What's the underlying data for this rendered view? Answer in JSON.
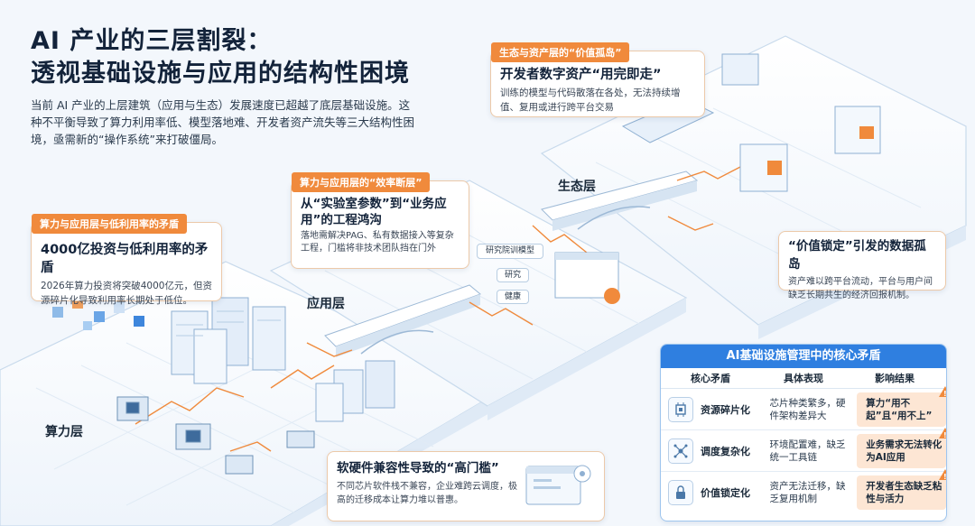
{
  "title": {
    "line1": "AI 产业的三层割裂：",
    "line2": "透视基础设施与应用的结构性困境"
  },
  "intro": "当前 AI 产业的上层建筑（应用与生态）发展速度已超越了底层基础设施。这种不平衡导致了算力利用率低、模型落地难、开发者资产流失等三大结构性困境，亟需新的“操作系统”来打破僵局。",
  "cards": {
    "compute": {
      "tag": "算力与应用层与低利用率的矛盾",
      "heading": "4000亿投资与低利用率的矛盾",
      "body": "2026年算力投资将突破4000亿元，但资源碎片化导致利用率长期处于低位。"
    },
    "efficiency": {
      "tag": "算力与应用层的“效率断层”",
      "heading": "从“实验室参数”到“业务应用”的工程鸿沟",
      "body": "落地需解决PAG、私有数据接入等复杂工程，门槛将非技术团队挡在门外"
    },
    "ecosystem": {
      "tag": "生态与资产层的“价值孤岛”",
      "heading": "开发者数字资产“用完即走”",
      "body": "训练的模型与代码散落在各处，无法持续增值、复用或进行跨平台交易"
    },
    "lock": {
      "heading": "“价值锁定”引发的数据孤岛",
      "body": "资产难以跨平台流动，平台与用户间缺乏长期共生的经济回报机制。"
    },
    "compat": {
      "heading": "软硬件兼容性导致的“高门槛”",
      "body": "不同芯片软件栈不兼容，企业难跨云调度，极高的迁移成本让算力堆以普惠。"
    }
  },
  "layers": {
    "compute": "算力层",
    "app": "应用层",
    "eco": "生态层"
  },
  "diagram_boxes": {
    "research": "研究院训模型",
    "study": "研究",
    "deploy": "健康"
  },
  "table": {
    "title": "AI基础设施管理中的核心矛盾",
    "headers": [
      "核心矛盾",
      "具体表现",
      "影响结果"
    ],
    "rows": [
      {
        "icon": "chip-icon",
        "name": "资源碎片化",
        "desc": "芯片种类繁多，硬件架构差异大",
        "result": "算力“用不起”且“用不上”"
      },
      {
        "icon": "network-icon",
        "name": "调度复杂化",
        "desc": "环境配置难，缺乏统一工具链",
        "result": "业务需求无法转化为AI应用"
      },
      {
        "icon": "lock-icon",
        "name": "价值锁定化",
        "desc": "资产无法迁移，缺乏复用机制",
        "result": "开发者生态缺乏粘性与活力"
      }
    ]
  },
  "colors": {
    "accent": "#f08a3c",
    "primary": "#2f7fe0",
    "platform": "#ffffff",
    "crack": "#f08a3c"
  }
}
